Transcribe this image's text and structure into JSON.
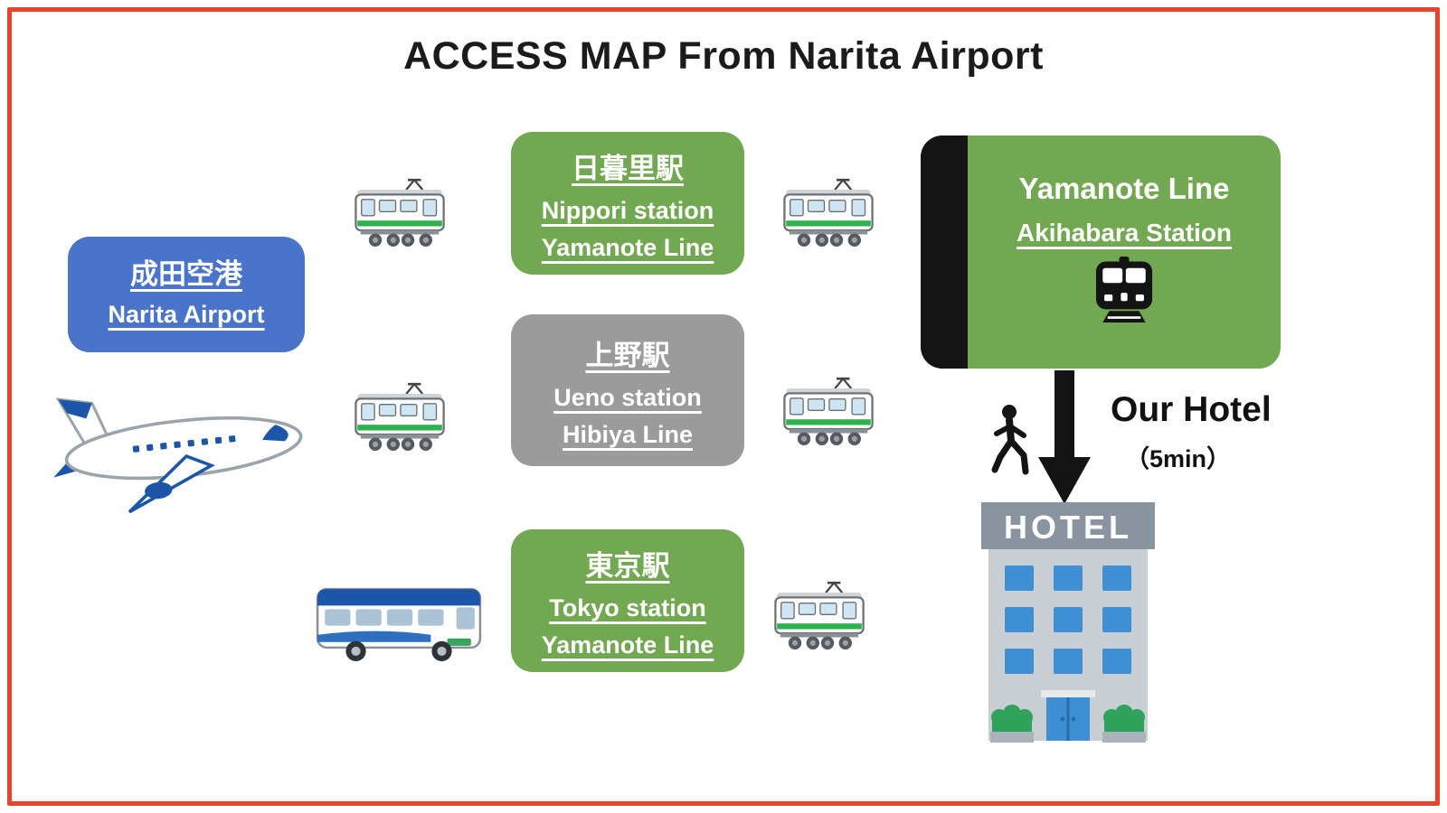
{
  "title": "ACCESS MAP From Narita Airport",
  "airport": {
    "name_jp": "成田空港",
    "name_en": "Narita Airport"
  },
  "stations": [
    {
      "name_jp": "日暮里駅",
      "name_en": "Nippori station",
      "line": "Yamanote Line"
    },
    {
      "name_jp": "上野駅",
      "name_en": "Ueno station",
      "line": "Hibiya Line"
    },
    {
      "name_jp": "東京駅",
      "name_en": "Tokyo station",
      "line": "Yamanote Line"
    }
  ],
  "destination": {
    "line": "Yamanote Line",
    "station": "Akihabara Station"
  },
  "hotel": {
    "label": "Our Hotel",
    "walk_time": "（5min）",
    "sign": "HOTEL"
  },
  "icons": {
    "airplane": "airplane-icon",
    "train_side": "train-icon",
    "bus": "bus-icon",
    "metro_front": "metro-front-icon",
    "walking_person": "walking-person-icon",
    "down_arrow": "down-arrow-icon",
    "hotel_building": "hotel-building-icon"
  },
  "colors": {
    "green": "#72a851",
    "gray": "#9b9b9b",
    "blue": "#4a74c9",
    "border_red": "#e8432d",
    "train_stripe_green": "#2eb24d",
    "window_blue": "#3f8fd4"
  }
}
